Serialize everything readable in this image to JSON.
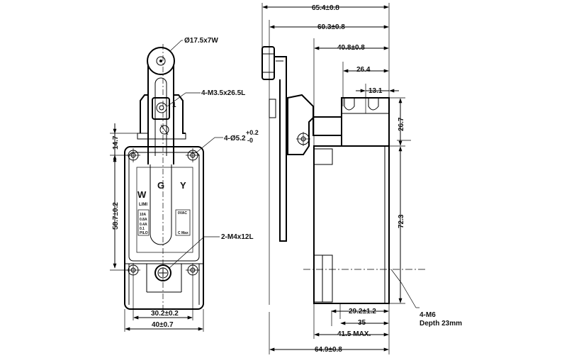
{
  "front_view": {
    "roller_dim": "Ø17.5x7W",
    "screw_dim": "4-M3.5x26.5L",
    "hole_dim": "4-Ø5.2",
    "hole_tol_plus": "+0.2",
    "hole_tol_minus": "-0",
    "height_14_7": "14.7",
    "height_58_7": "58.7±0.2",
    "mount_dim": "2-M4x12L",
    "width_30_2": "30.2±0.2",
    "width_40": "40±0.7",
    "label_w": "W",
    "label_g": "G",
    "label_y": "Y",
    "label_lim": "LIMI",
    "plate_left": [
      "10A",
      "0.8A",
      "0.4A",
      "0.1",
      "PILO"
    ],
    "plate_right_top": "0VAC",
    "plate_right_bottom": "C Max",
    "screw_number": "1"
  },
  "side_view": {
    "dim_65_4": "65.4±0.8",
    "dim_60_3": "60.3±0.8",
    "dim_40_8": "40.8±0.8",
    "dim_26_4": "26.4",
    "dim_13_1": "13.1",
    "dim_26_7": "26.7",
    "dim_72_3": "72.3",
    "dim_29_2": "29.2±1.2",
    "dim_35": "35",
    "dim_41_5": "41.5 MAX.",
    "dim_64_9": "64.9±0.8",
    "thread_label": "4-M6",
    "thread_depth": "Depth 23mm"
  }
}
